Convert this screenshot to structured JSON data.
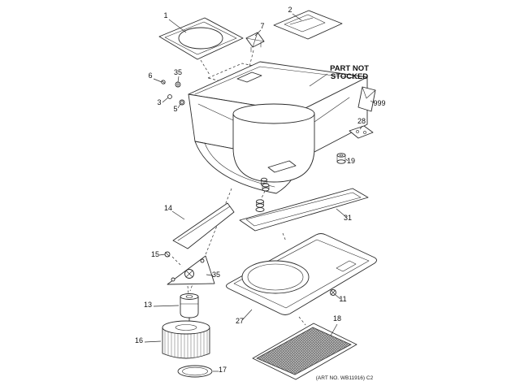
{
  "colors": {
    "line": "#2b2b2b",
    "background": "#ffffff",
    "filter_mesh": "#c9c9c9"
  },
  "diagram": {
    "note": {
      "line1": "PART NOT",
      "line2": "STOCKED"
    },
    "art_no": "(ART NO. WB11916) C2",
    "callouts": [
      {
        "label": "1"
      },
      {
        "label": "2"
      },
      {
        "label": "7"
      },
      {
        "label": "6"
      },
      {
        "label": "35"
      },
      {
        "label": "3"
      },
      {
        "label": "5"
      },
      {
        "label": "999"
      },
      {
        "label": "28"
      },
      {
        "label": "19"
      },
      {
        "label": "14"
      },
      {
        "label": "15"
      },
      {
        "label": "35"
      },
      {
        "label": "13"
      },
      {
        "label": "16"
      },
      {
        "label": "17"
      },
      {
        "label": "31"
      },
      {
        "label": "27"
      },
      {
        "label": "11"
      },
      {
        "label": "18"
      }
    ]
  }
}
